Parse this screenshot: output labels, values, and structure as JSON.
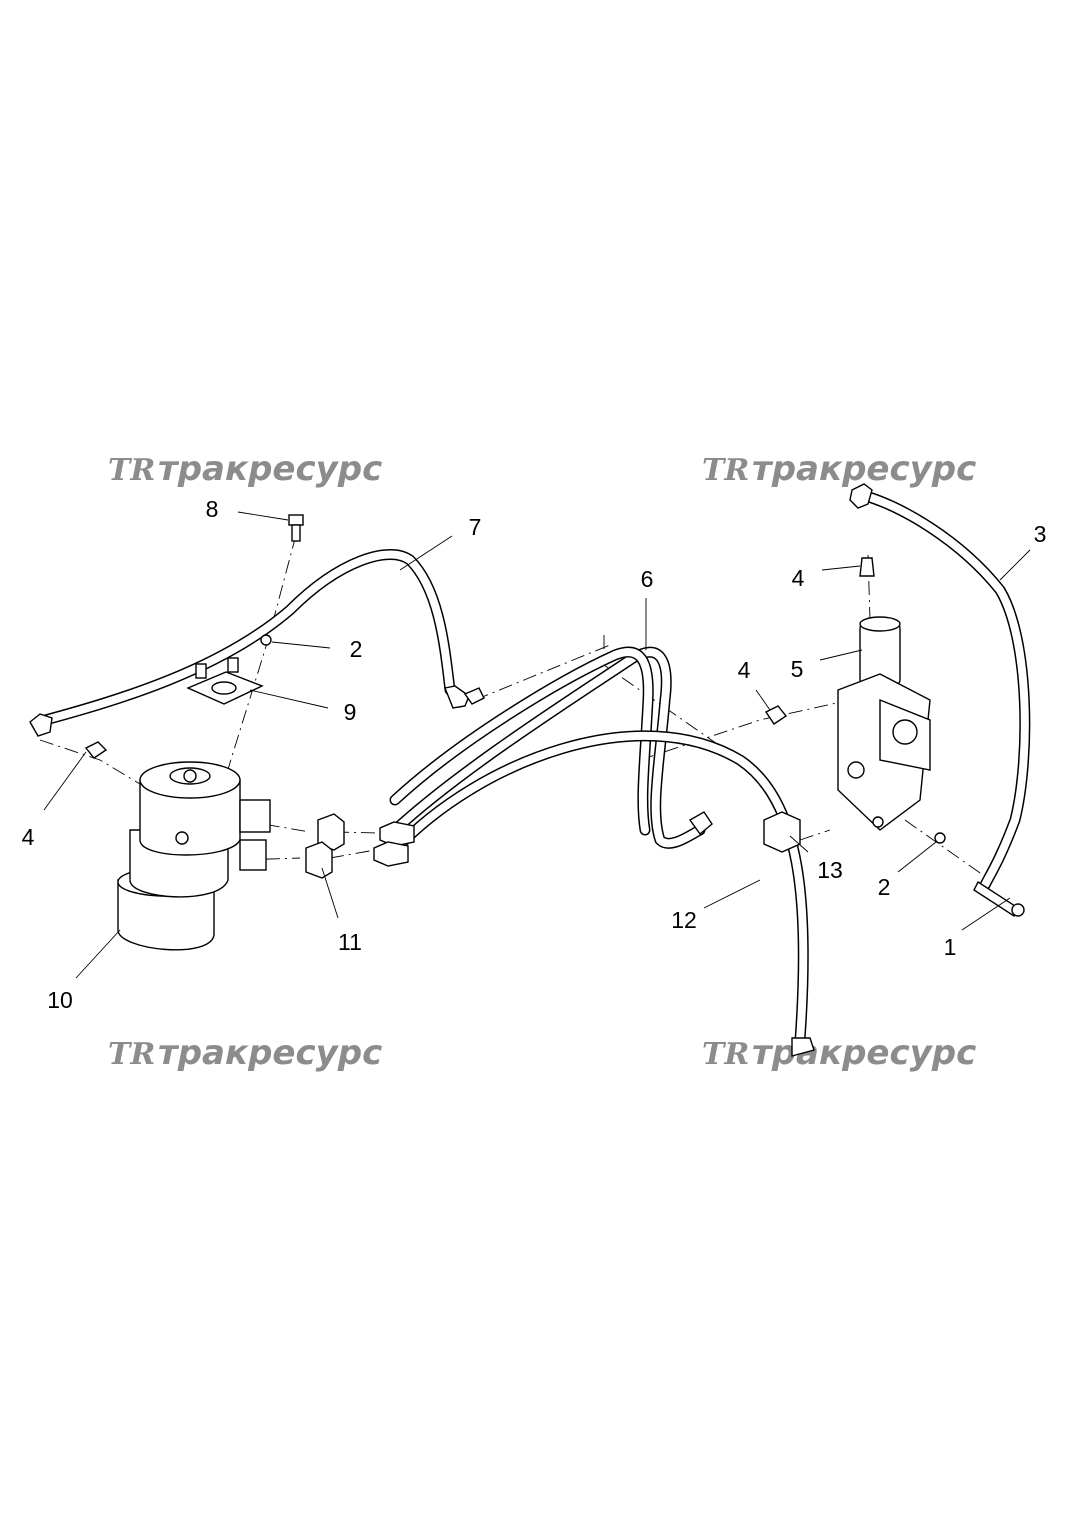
{
  "watermark": {
    "logo": "TR",
    "text": "тракресурс"
  },
  "callouts": {
    "c1": "1",
    "c2a": "2",
    "c2b": "2",
    "c3": "3",
    "c4a": "4",
    "c4b": "4",
    "c4c": "4",
    "c5": "5",
    "c6": "6",
    "c7": "7",
    "c8": "8",
    "c9": "9",
    "c10": "10",
    "c11": "11",
    "c12": "12",
    "c13": "13"
  },
  "colors": {
    "watermark": "#8c8c8c",
    "linework": "#000000",
    "background": "#ffffff"
  }
}
